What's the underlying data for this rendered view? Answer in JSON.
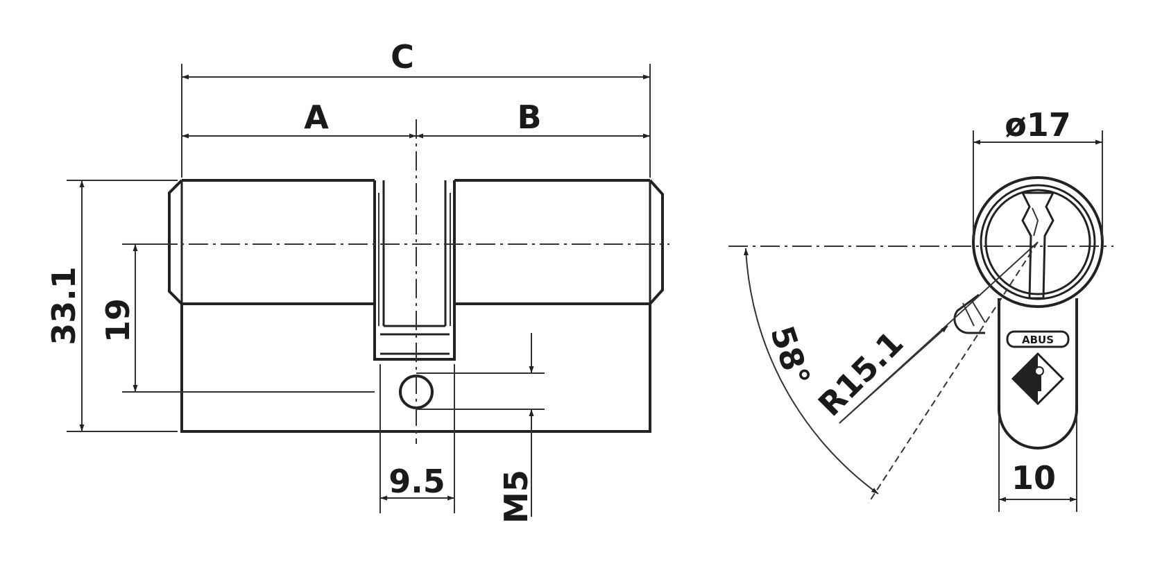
{
  "dimensions": {
    "overall_length": "C",
    "front_length": "A",
    "back_length": "B",
    "height": "33.1",
    "axis_to_screw": "19",
    "cam_width": "9.5",
    "screw_thread": "M5",
    "diameter": "ø17",
    "cam_radius": "R15.1",
    "cam_angle": "58°",
    "profile_width": "10"
  },
  "logo": {
    "brand": "ABUS"
  },
  "colors": {
    "line": "#222222",
    "background": "#ffffff"
  }
}
